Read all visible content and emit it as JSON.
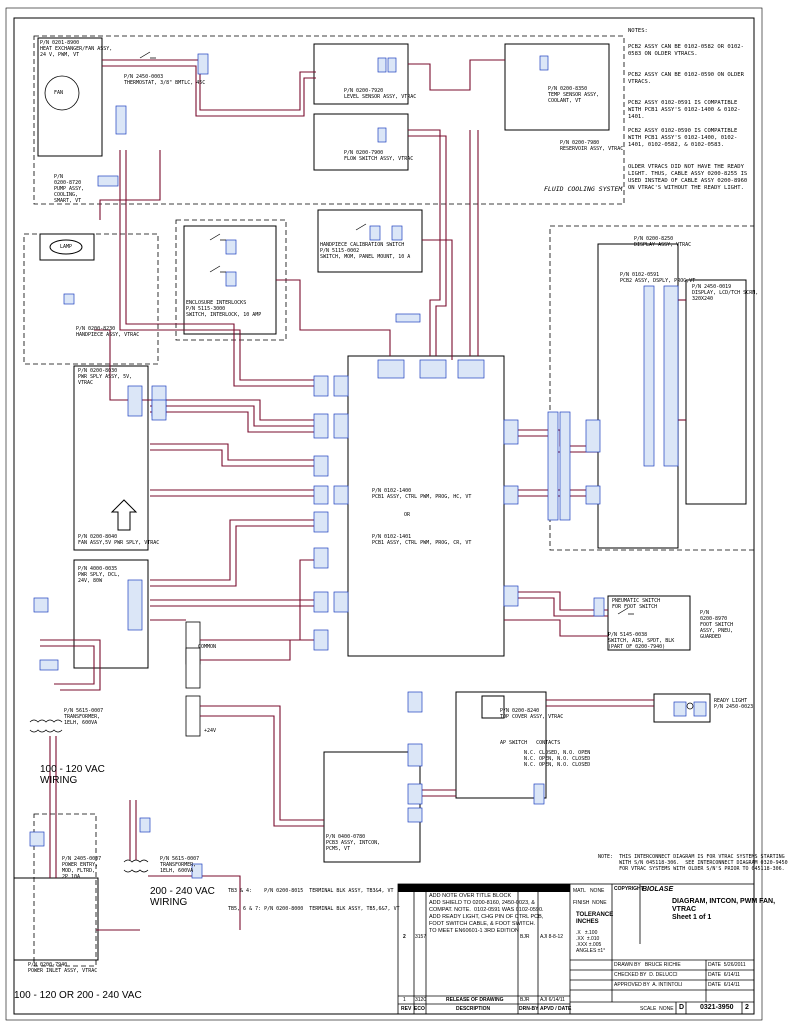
{
  "notes": {
    "heading": "NOTES:",
    "items": [
      "PCB2 ASSY CAN BE 0102-0582 OR 0102-0583 ON OLDER VTRACS.",
      "PCB2 ASSY CAN BE 0102-0590 ON OLDER VTRACS.",
      "PCB2 ASSY 0102-0591 IS COMPATIBLE WITH PCB1 ASSY'S 0102-1400 & 0102-1401.",
      "PCB2 ASSY 0102-0590 IS COMPATIBLE WITH PCB1 ASSY'S 0102-1400, 0102-1401, 0102-0582, & 0102-0583.",
      "OLDER VTRACS DID NOT HAVE THE READY LIGHT. THUS, CABLE ASSY 0200-8255 IS USED INSTEAD OF CABLE ASSY 0200-8960 ON VTRAC'S WITHOUT THE READY LIGHT."
    ]
  },
  "blocks": {
    "heat_exchanger": "P/N 0201-8900\nHEAT EXCHANGER/FAN ASSY,\n24 V, PWM, VT",
    "fan": "FAN",
    "thermostat": "P/N 2450-0003\nTHERMOSTAT, 3/8\" BMTLC, 45C",
    "level_sensor": "P/N 0200-7920\nLEVEL SENSOR ASSY, VTRAC",
    "temp_sensor": "P/N 0200-8350\nTEMP SENSOR ASSY,\nCOOLANT, VT",
    "flow_switch": "P/N 0200-7900\nFLOW SWITCH ASSY, VTRAC",
    "reservoir": "P/N 0200-7980\nRESERVOIR ASSY, VTRAC",
    "fluid_cooling": "FLUID COOLING SYSTEM",
    "pump": "P/N\n0200-8720\nPUMP ASSY,\nCOOLING,\nSMART, VT",
    "lamp": "LAMP",
    "handpiece": "P/N 0200-8230\nHANDPIECE ASSY, VTRAC",
    "enclosure": "ENCLOSURE INTERLOCKS\nP/N 5115-3000\nSWITCH, INTERLOCK, 10 AMP",
    "calibration": "HANDPIECE CALIBRATION SWITCH\nP/N 5115-0002\nSWITCH, MOM, PANEL MOUNT, 10 A",
    "display_assy": "P/N 0200-8250\nDISPLAY ASSY, VTRAC",
    "pcb2": "P/N 0102-0591\nPCB2 ASSY, DSPLY, PROG,VT",
    "lcd": "P/N 2450-0019\nDISPLAY, LCD/TCH SCRN,\n320X240",
    "pwr_sply_5v": "P/N 0200-8030\nPWR SPLY ASSY, 5V,\nVTRAC",
    "fan_pwr": "P/N 0200-8040\nFAN ASSY,5V PWR SPLY, VTRAC",
    "pwr_sply_24v": "P/N 4000-0035\nPWR SPLY, DCL,\n24V, 80W",
    "pcb1_a": "P/N 0102-1400\nPCB1 ASSY, CTRL PWM, PROG, HC, VT",
    "or": "OR",
    "pcb1_b": "P/N 0102-1401\nPCB1 ASSY, CTRL PWM, PROG, CR, VT",
    "pneumatic": "PNEUMATIC SWITCH\nFOR FOOT SWITCH",
    "air_spdt": "P/N 5145-0038\nSWITCH, AIR, SPDT, BLK\n(PART OF 0200-7940)",
    "foot_switch": "P/N\n0200-8970\nFOOT SWITCH\nASSY, PNEU,\nGUARDED",
    "ready_light": "READY LIGHT P/N 2450-0023",
    "top_cover": "P/N 0200-8240\nTOP COVER ASSY, VTRAC",
    "pcb3": "P/N 0400-0780\nPCB3 ASSY, INTCON,\nPCM5, VT",
    "transformer_1": "P/N 5615-0007\nTRANSFORMER,\n1ELH, 600VA",
    "wiring_100": "100 - 120 VAC\nWIRING",
    "power_entry": "P/N 2405-0007\nPOWER ENTRY,\nMOD, FLTRD,\n2P 10A",
    "power_inlet": "P/N 0200-7940\nPOWER INLET ASSY, VTRAC",
    "transformer_2": "P/N 5615-0007\nTRANSFORMER,\n1ELH, 600VA",
    "wiring_200": "200 - 240 VAC\nWIRING",
    "bottom_label": "100 - 120 OR 200 - 240 VAC",
    "tb_note_1": "TB3 & 4:    P/N 0200-8015  TERMINAL BLK ASSY, TB3&4, VT",
    "tb_note_2": "TB5, 6 & 7: P/N 0200-8000  TERMINAL BLK ASSY, TB5,6&7, VT",
    "bottom_note": "NOTE:  THIS INTERCONNECT DIAGRAM IS FOR VTRAC SYSTEMS STARTING\n       WITH S/N 045118-306.  SEE INTERCONNECT DIAGRAM 0320-9450\n       FOR VTRAC SYSTEMS WITH OLDER S/N'S PRIOR TO 045118-306.",
    "ap_switch": "AP SWITCH   CONTACTS",
    "switch_states": "N.C. CLOSED, N.O. OPEN\nN.C. OPEN, N.O. CLOSED\nN.C. OPEN, N.O. CLOSED",
    "common": "COMMON",
    "plus24": "+24V"
  },
  "title_block": {
    "rev_rows": [
      {
        "rev": "2",
        "eco": "3157",
        "desc": "ADD NOTE OVER TITLE BLOCK\nADD SHIELD TO 0200-8160, 2450-0023, &\nCOMPAT. NOTE.  0102-0591 WAS 0102-0590.\nADD READY LIGHT, CHG PIN OF CTRL PCB,\nFOOT SWITCH CABLE, & FOOT SWITCH.\nTO MEET EN60601-1 3RD EDITION",
        "drn": "BJR",
        "apvd": "AJI 8-8-12"
      },
      {
        "rev": "1",
        "eco": "3120",
        "desc": "RELEASE OF DRAWING",
        "drn": "BJR",
        "apvd": "AJI 6/14/11"
      }
    ],
    "rev_h": "REV",
    "eco_h": "ECO",
    "desc_h": "DESCRIPTION",
    "drn_h": "DRN-BY",
    "apvd_h": "APVD / DATE",
    "company": "BIOLASE",
    "copyright": "COPYRIGHT",
    "title": "DIAGRAM, INTCON, PWM FAN,\nVTRAC\nSheet 1 of 1",
    "matl": "MATL   NONE",
    "finish": "FINISH  NONE",
    "tolerance": "TOLERANCE\nINCHES",
    "tol_vals": ".X   ±.100\n.XX  ±.010\n.XXX ±.005\nANGLES ±1°",
    "drawn_by": "DRAWN BY   BRUCE RICHIE",
    "drawn_date": "DATE  5/26/2011",
    "checked_by": "CHECKED BY  D. DELUCCI",
    "checked_date": "DATE  6/14/11",
    "approved_by": "APPROVED BY  A. INTINTOLI",
    "approved_date": "DATE  6/14/11",
    "scale": "SCALE  NONE",
    "size": "D",
    "part_no": "0321-3950",
    "rev": "2"
  }
}
